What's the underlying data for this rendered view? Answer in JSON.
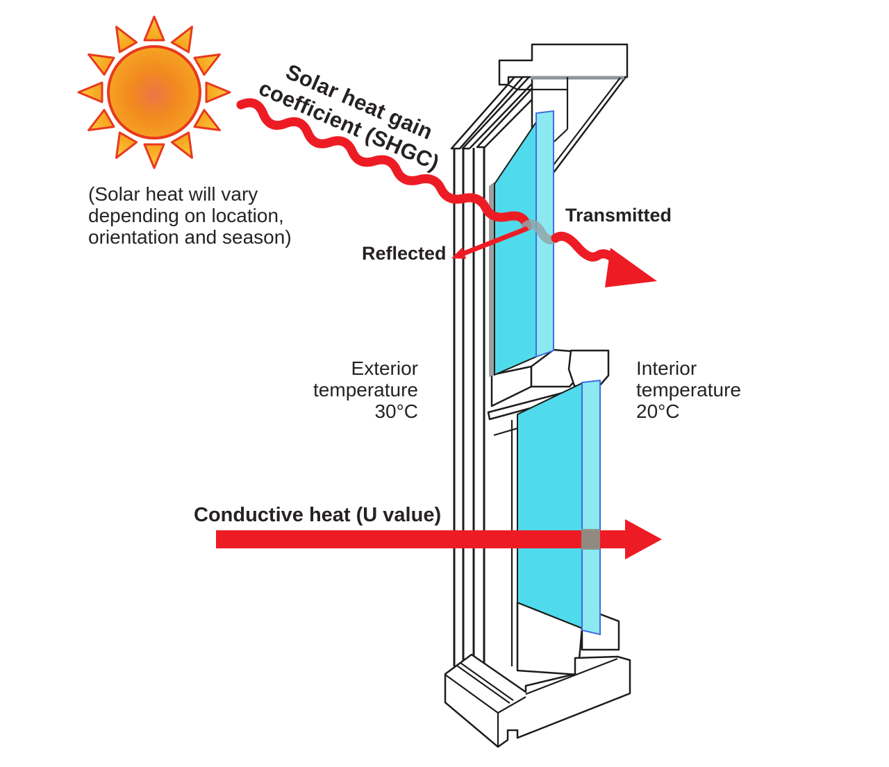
{
  "labels": {
    "shgc_arrow": "Solar heat gain\ncoefficient (SHGC)",
    "solar_note": "(Solar heat will vary\ndepending on location,\norientation and season)",
    "reflected": "Reflected",
    "transmitted": "Transmitted",
    "exterior_temperature": "Exterior\ntemperature\n30°C",
    "interior_temperature": "Interior\ntemperature\n20°C",
    "conductive": "Conductive heat (U value)"
  },
  "colors": {
    "arrow_red": "#ED1C24",
    "glass_cyan": "#4FDBEB",
    "glass_edge": "#8CE9F2",
    "glass_gray_left": "#9B9FA2",
    "absorbed_gray": "#91A6AA",
    "conductive_gray": "#8A9389",
    "outline_black": "#1C1C1C",
    "text_black": "#262223",
    "sun_outline": "#E8391D"
  }
}
